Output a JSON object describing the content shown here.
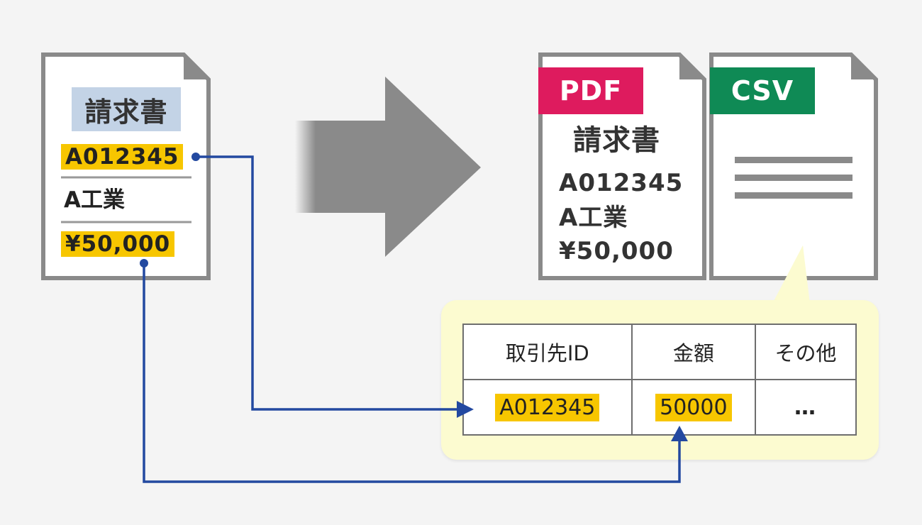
{
  "source_invoice": {
    "title": "請求書",
    "id": "A012345",
    "company": "A工業",
    "amount": "¥50,000"
  },
  "pdf_doc": {
    "badge": "PDF",
    "title": "請求書",
    "id": "A012345",
    "company": "A工業",
    "amount": "¥50,000"
  },
  "csv_doc": {
    "badge": "CSV"
  },
  "csv_table": {
    "headers": [
      "取引先ID",
      "金額",
      "その他"
    ],
    "row": [
      "A012345",
      "50000",
      "…"
    ]
  },
  "colors": {
    "pdf_badge": "#de1b5e",
    "csv_badge": "#0f8a55",
    "highlight": "#f7c600",
    "title_highlight": "#c3d3e6",
    "connector": "#2349a0",
    "callout_bg": "#fcfbd0",
    "arrow": "#808080"
  }
}
